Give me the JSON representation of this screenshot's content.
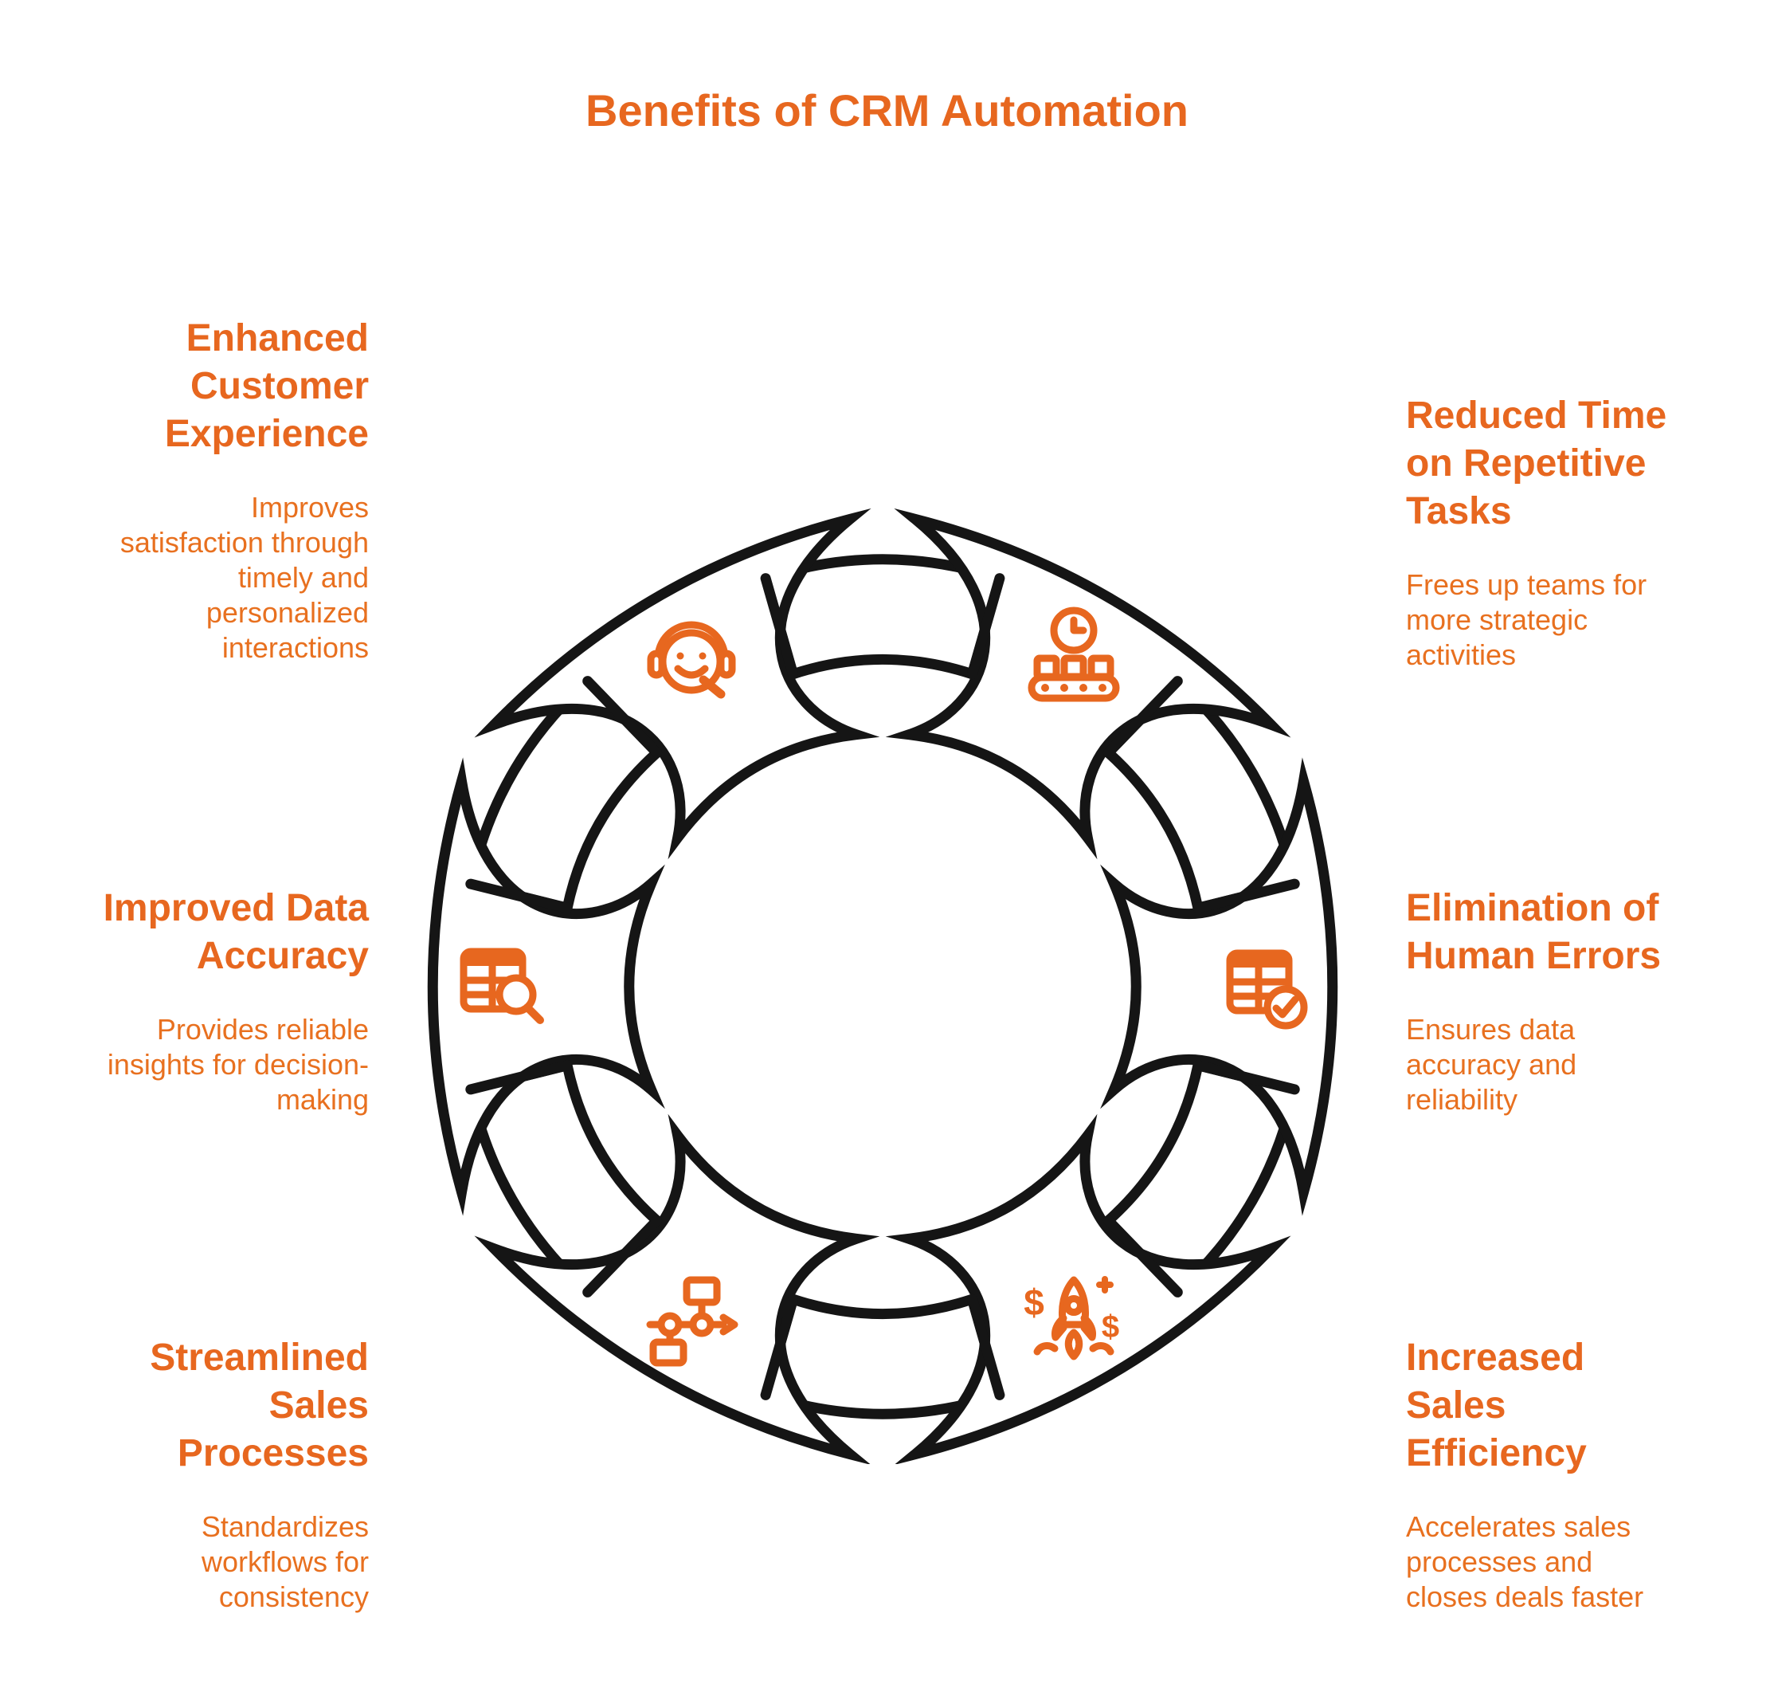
{
  "title": "Benefits of CRM Automation",
  "colors": {
    "accent": "#E7671F",
    "ink": "#151515",
    "background": "#FFFFFF"
  },
  "benefits": [
    {
      "position": "left-top",
      "heading": "Enhanced\nCustomer\nExperience",
      "description": "Improves\nsatisfaction through\ntimely and\npersonalized\ninteractions",
      "icon": "customer-support-headset-icon"
    },
    {
      "position": "right-top",
      "heading": "Reduced Time\non Repetitive\nTasks",
      "description": "Frees up teams for\nmore strategic\nactivities",
      "icon": "clock-conveyor-icon"
    },
    {
      "position": "left-middle",
      "heading": "Improved Data\nAccuracy",
      "description": "Provides reliable\ninsights for decision-\nmaking",
      "icon": "table-search-icon"
    },
    {
      "position": "right-middle",
      "heading": "Elimination of\nHuman Errors",
      "description": "Ensures data\naccuracy and\nreliability",
      "icon": "table-checkmark-icon"
    },
    {
      "position": "left-bottom",
      "heading": "Streamlined\nSales\nProcesses",
      "description": "Standardizes\nworkflows for\nconsistency",
      "icon": "workflow-flowchart-icon"
    },
    {
      "position": "right-bottom",
      "heading": "Increased\nSales\nEfficiency",
      "description": "Accelerates sales\nprocesses and\ncloses deals faster",
      "icon": "rocket-dollar-icon"
    }
  ]
}
